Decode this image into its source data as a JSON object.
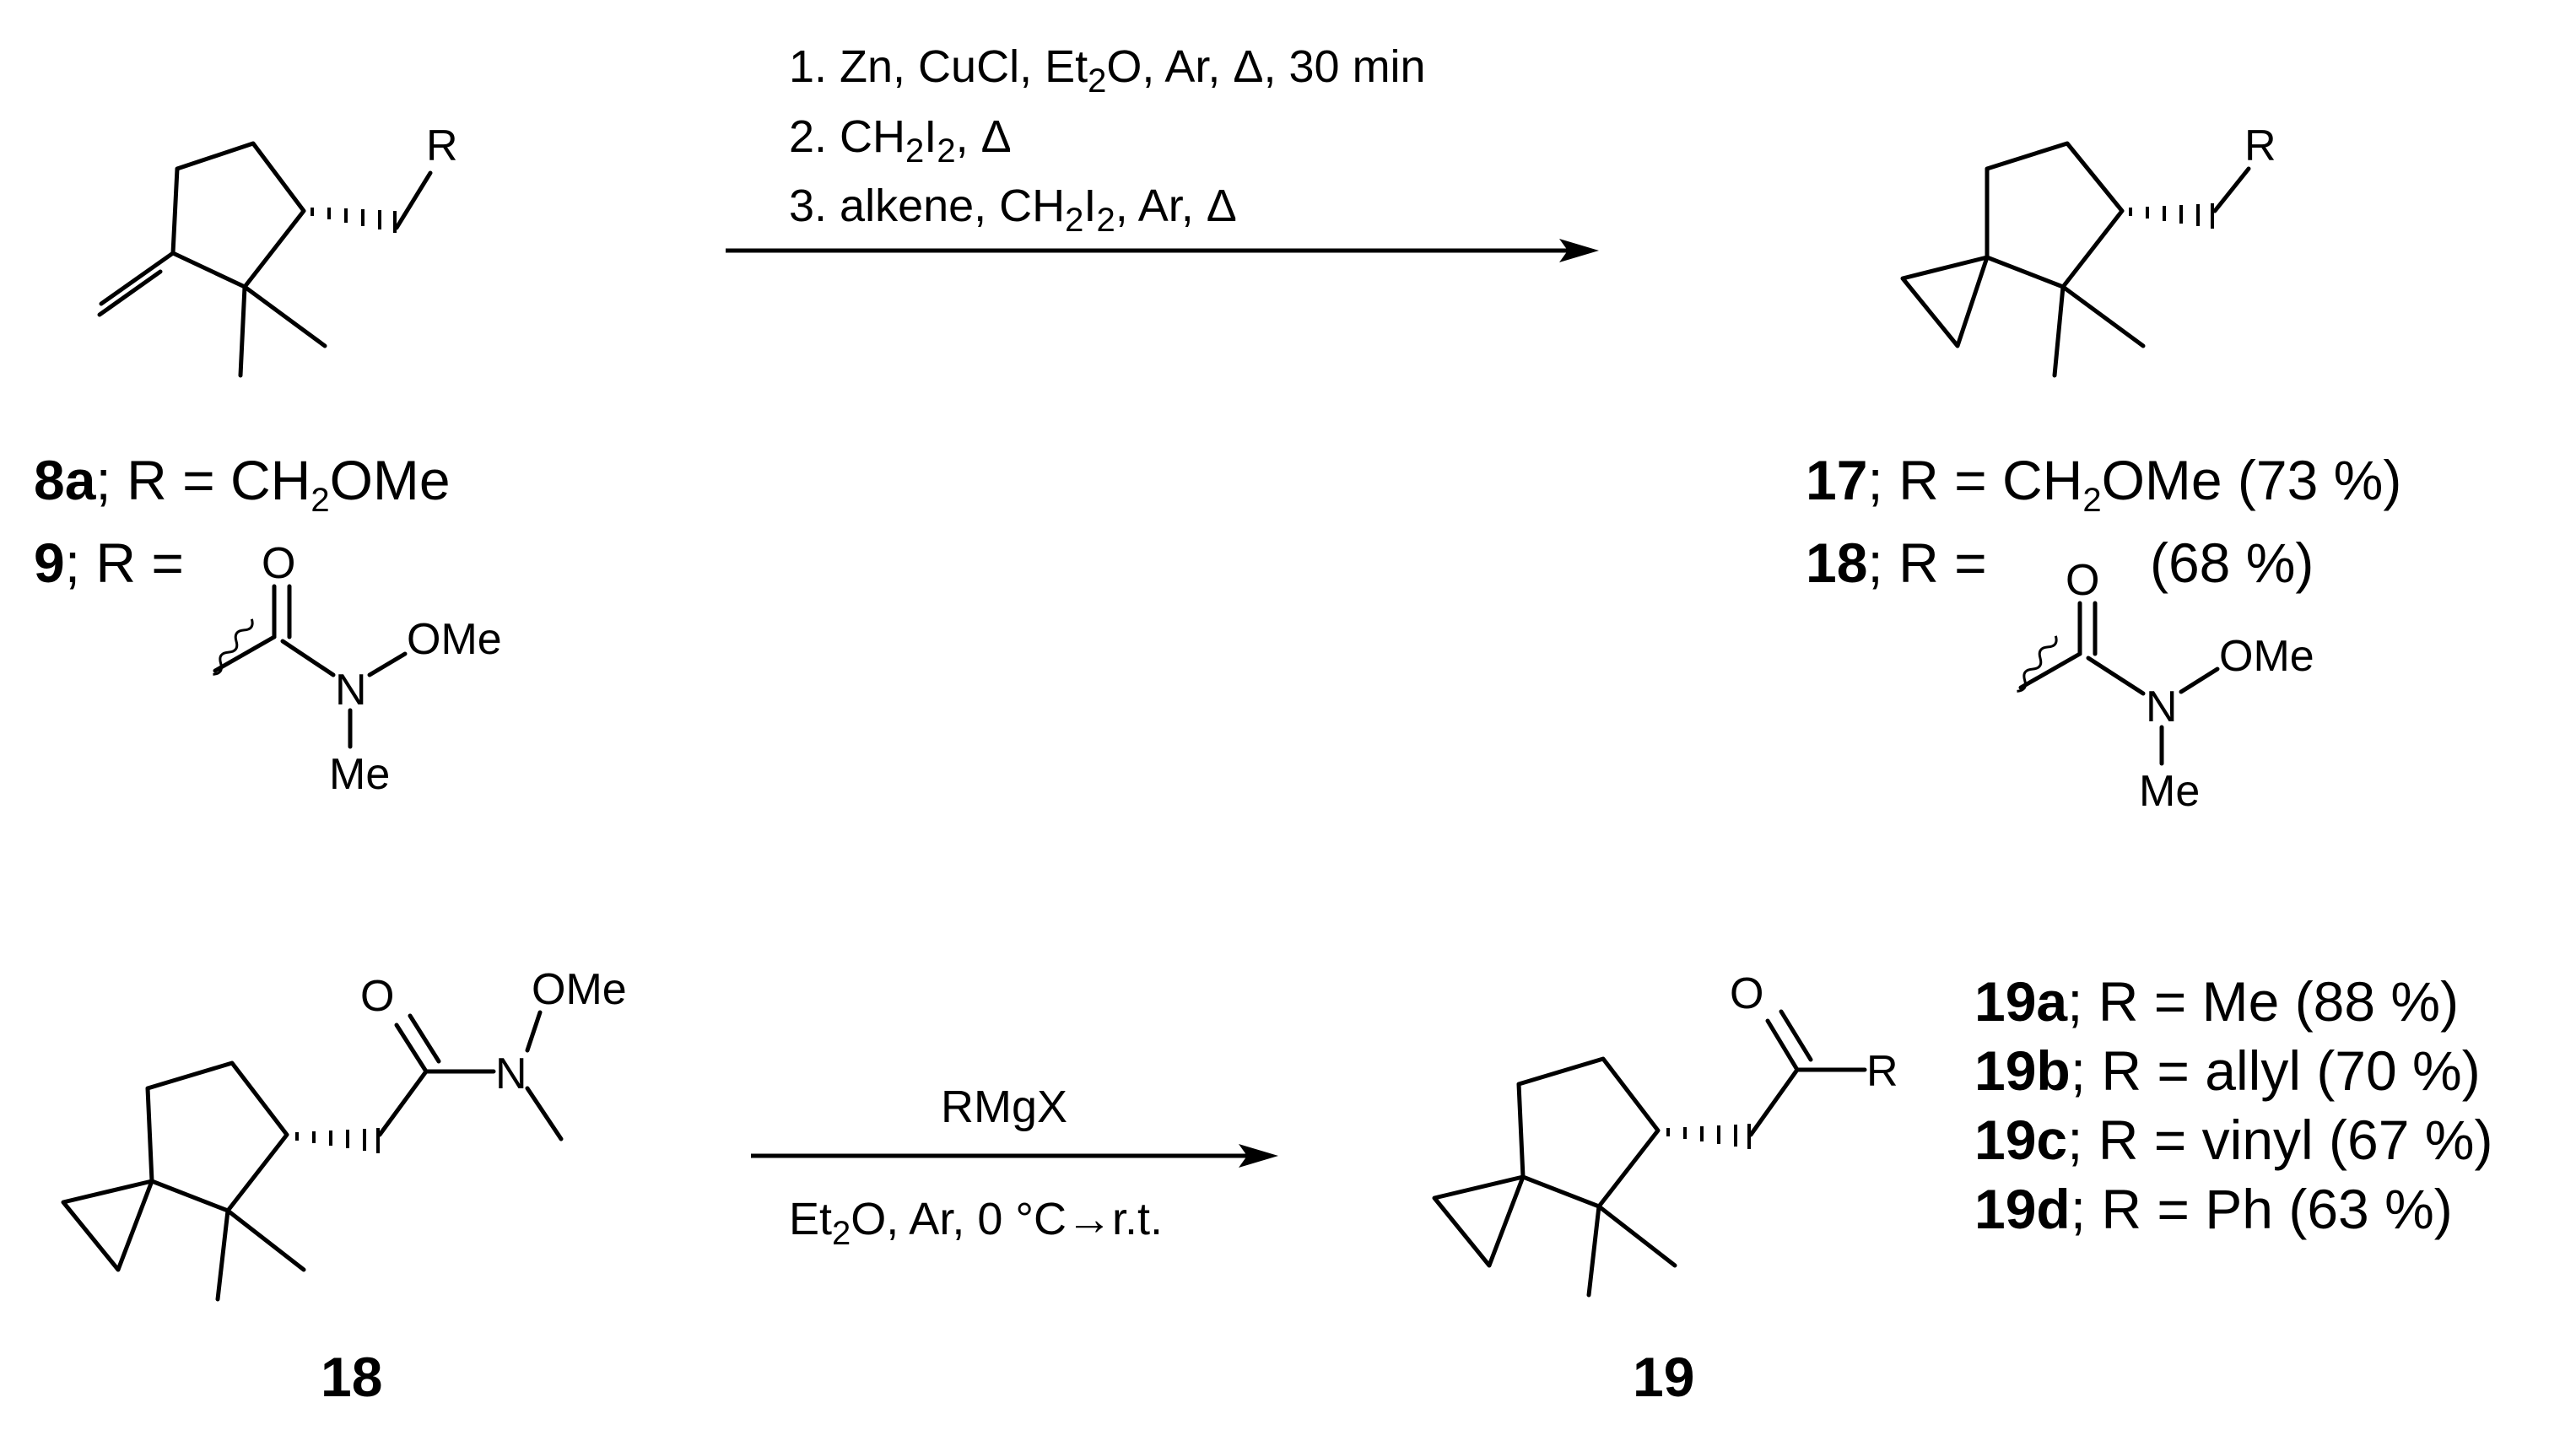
{
  "atoms": {
    "R": "R",
    "O": "O",
    "N": "N",
    "OMe": "OMe",
    "Me": "Me"
  },
  "reaction1": {
    "step1": {
      "prefix": "1. Zn, CuCl, Et",
      "sub": "2",
      "suffix": "O, Ar, Δ, 30 min"
    },
    "step2": {
      "prefix": "2. CH",
      "sub1": "2",
      "mid": "I",
      "sub2": "2",
      "suffix": ", Δ"
    },
    "step3": {
      "prefix": "3. alkene, CH",
      "sub1": "2",
      "mid": "I",
      "sub2": "2",
      "suffix": ", Ar, Δ"
    }
  },
  "reaction2": {
    "reagent": "RMgX",
    "solvent": {
      "prefix": "Et",
      "sub": "2",
      "suffix": "O, Ar, 0 °C→r.t."
    }
  },
  "labels": {
    "c8a": {
      "num": "8a",
      "text_a": "; R = CH",
      "sub": "2",
      "text_b": "OMe"
    },
    "c9": {
      "num": "9",
      "text": "; R ="
    },
    "c17": {
      "num": "17",
      "text_a": "; R = CH",
      "sub": "2",
      "text_b": "OMe (73 %)"
    },
    "c18": {
      "num": "18",
      "text": "; R =",
      "yield": "(68 %)"
    },
    "c18_bottom": "18",
    "c19": "19",
    "c19a": {
      "num": "19a",
      "text": "; R = Me (88 %)"
    },
    "c19b": {
      "num": "19b",
      "text": "; R = allyl (70 %)"
    },
    "c19c": {
      "num": "19c",
      "text": "; R = vinyl (67 %)"
    },
    "c19d": {
      "num": "19d",
      "text": "; R = Ph (63 %)"
    }
  }
}
